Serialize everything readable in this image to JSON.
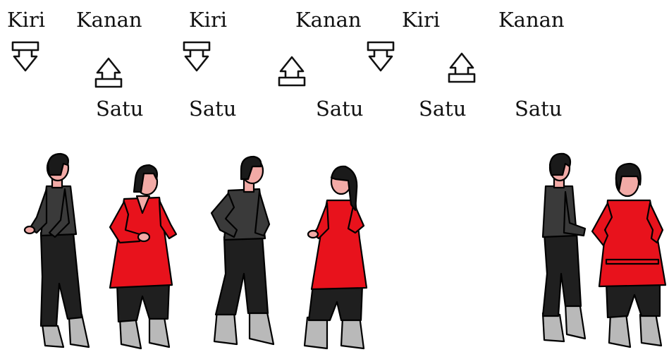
{
  "labels": {
    "step1": "Kiri",
    "step2": "Kanan",
    "step3": "Kiri",
    "step4": "Kanan",
    "step5": "Kiri",
    "step6": "Kanan",
    "count1": "Satu",
    "count2": "Satu",
    "count3": "Satu",
    "count4": "Satu",
    "count5": "Satu"
  },
  "icons": {
    "down": "arrow-down-outline-icon",
    "up": "arrow-up-outline-icon"
  },
  "colors": {
    "male_shirt": "#3a3a3a",
    "male_pants": "#1f1f1f",
    "female_dress": "#e8121c",
    "skin": "#f2aaa6",
    "hair": "#1a1a1a",
    "boots": "#b9b9b9"
  }
}
